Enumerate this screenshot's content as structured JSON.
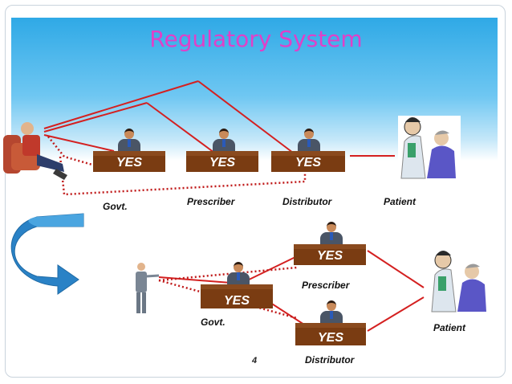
{
  "title": "Regulatory System",
  "top_row": {
    "desks": [
      {
        "answer": "YES",
        "role": "Govt."
      },
      {
        "answer": "YES",
        "role": "Prescriber"
      },
      {
        "answer": "YES",
        "role": "Distributor"
      }
    ],
    "patient_label": "Patient"
  },
  "bottom_row": {
    "govt": {
      "answer": "YES",
      "role": "Govt."
    },
    "prescriber": {
      "answer": "YES",
      "role": "Prescriber"
    },
    "distributor": {
      "answer": "YES",
      "role": "Distributor"
    },
    "patient_label": "Patient"
  },
  "page_number": "4",
  "colors": {
    "title": "#e040c8",
    "desk": "#7a3c12",
    "line": "#d42020",
    "banner": "#2fa9e6"
  }
}
